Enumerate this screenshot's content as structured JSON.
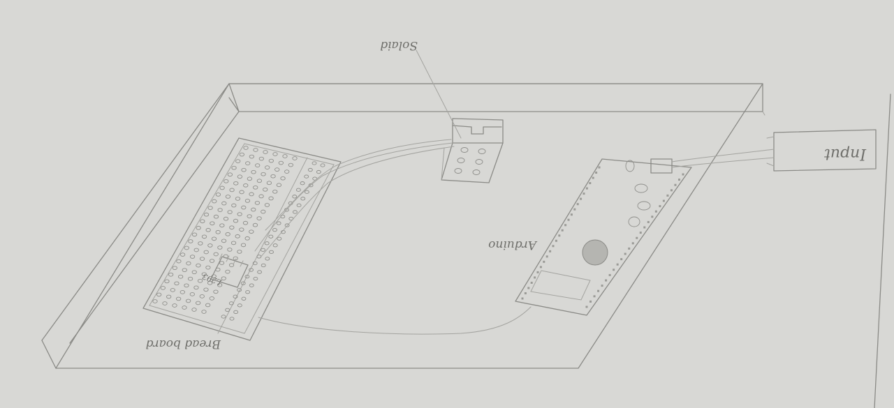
{
  "labels": {
    "solenoid": "Solaid",
    "input": "Input",
    "arduino": "Arduino",
    "breadboard": "Bread board",
    "chip": "L293"
  }
}
